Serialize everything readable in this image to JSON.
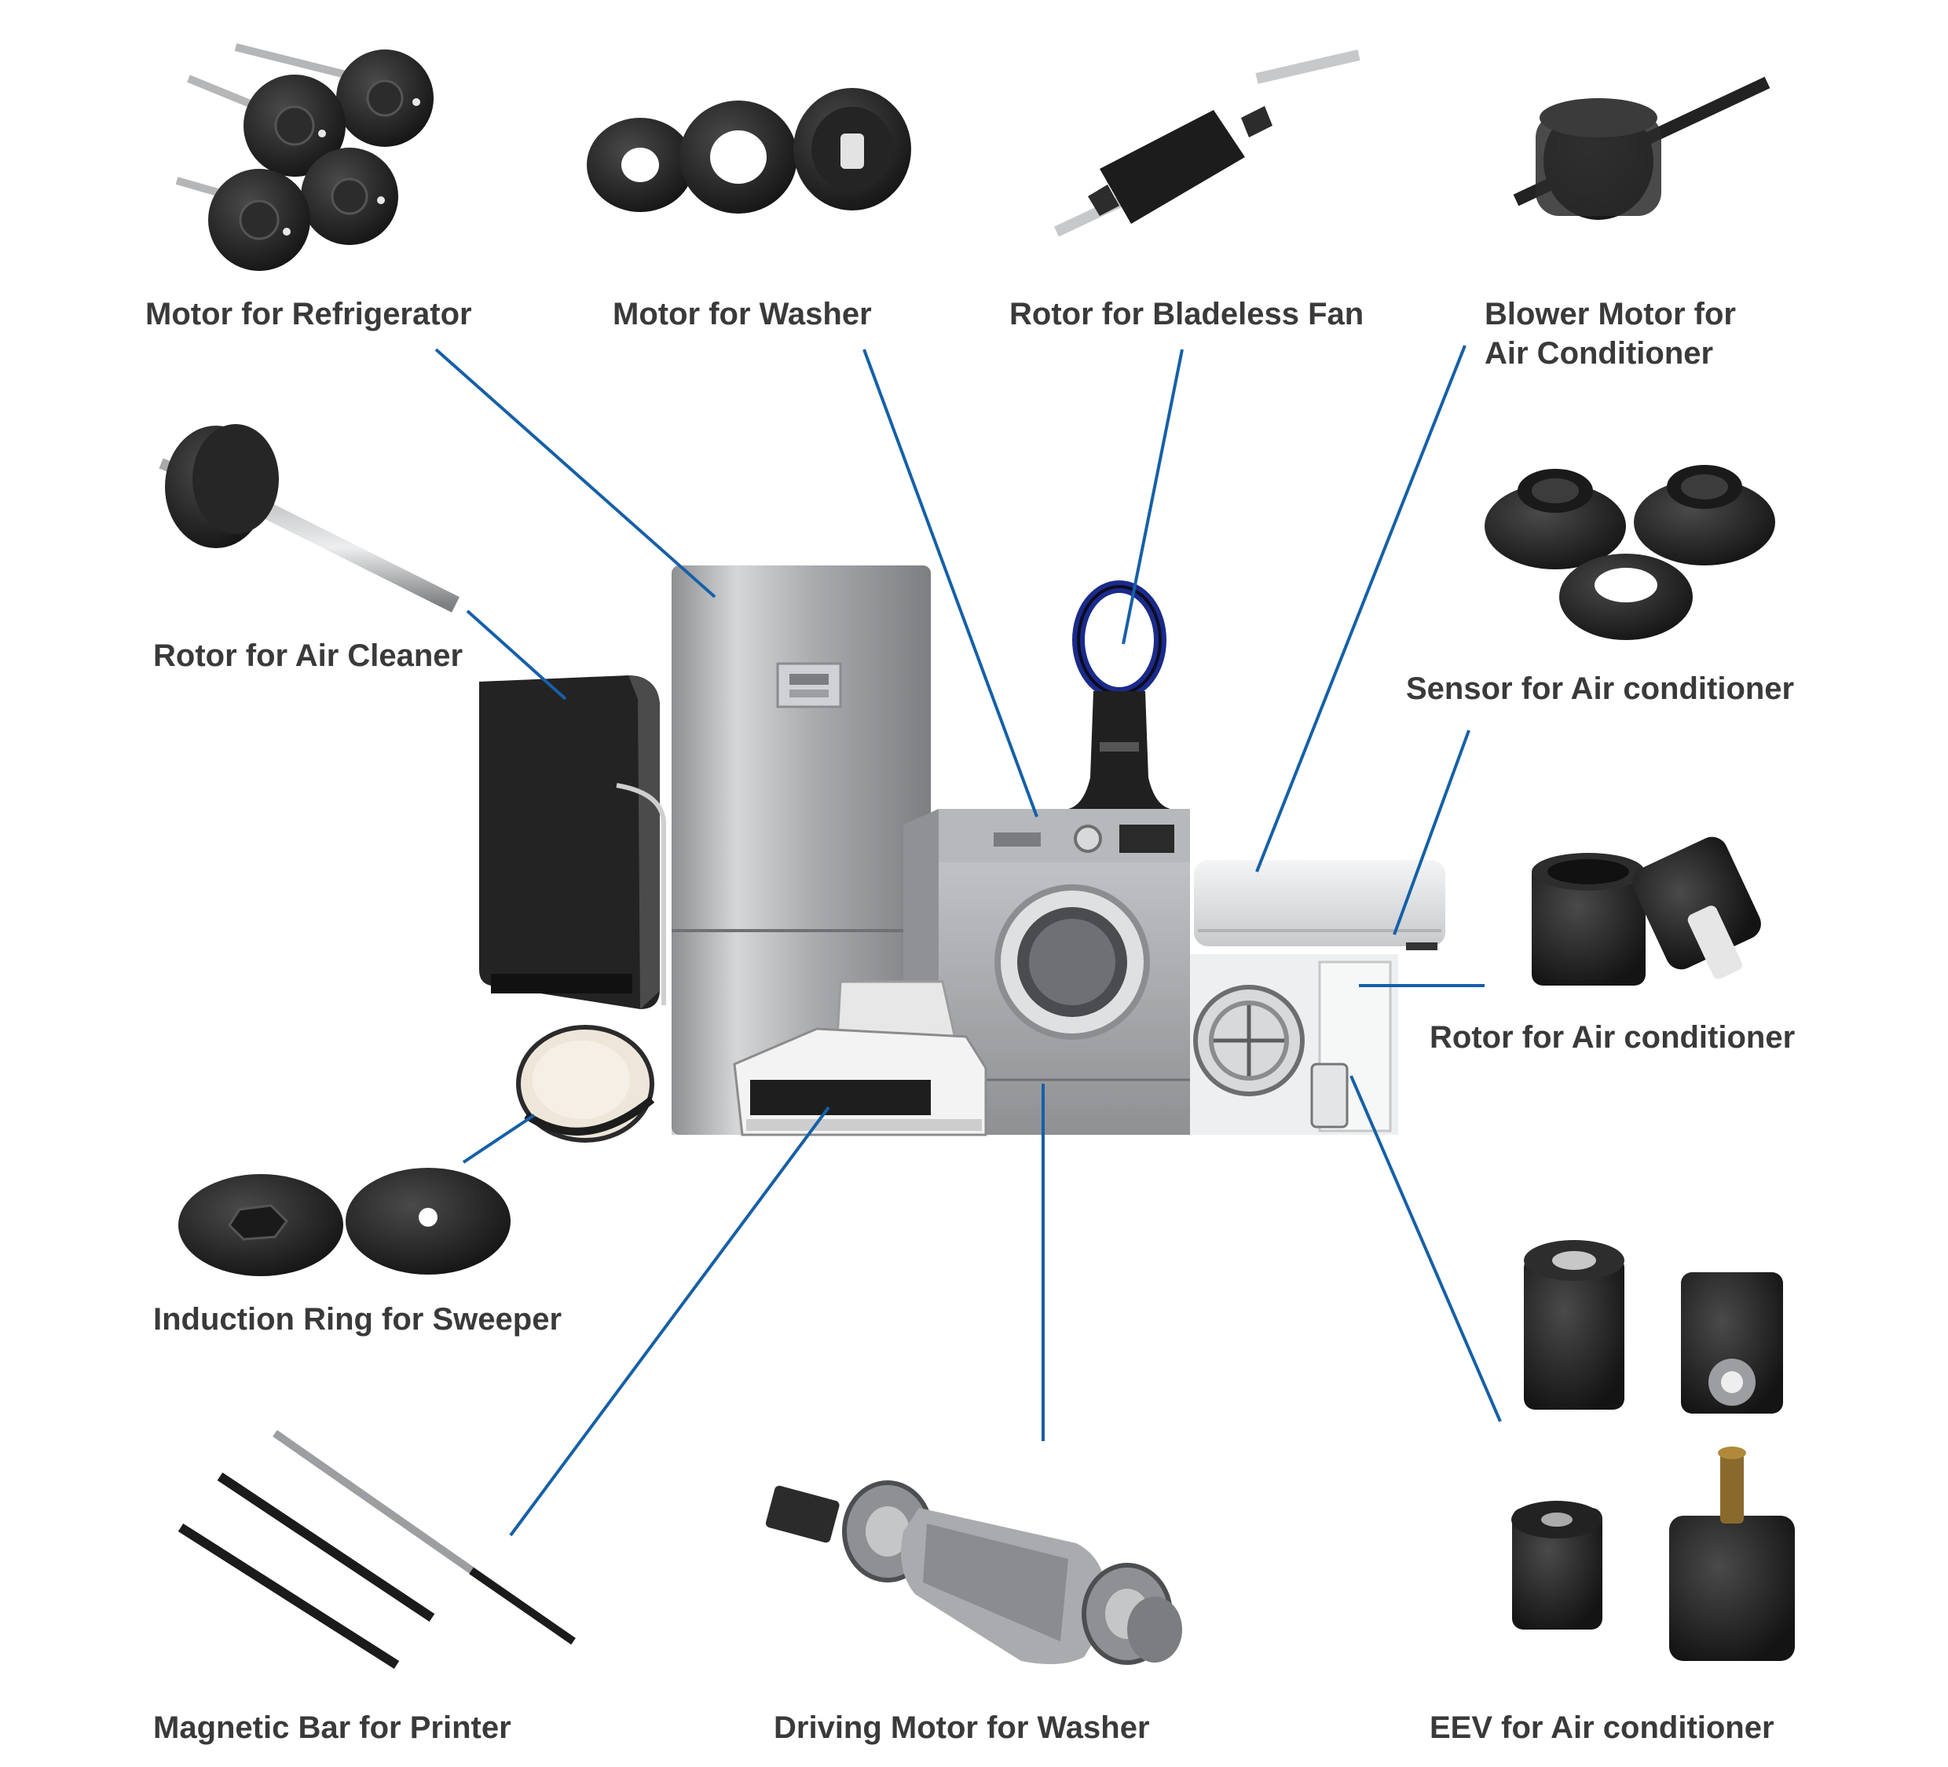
{
  "title": "",
  "line_color": "#1560a8",
  "label_color": "#3a3a3a",
  "labels": {
    "motor_refrigerator": "Motor for Refrigerator",
    "motor_washer": "Motor for Washer",
    "rotor_bladeless_fan": "Rotor for Bladeless Fan",
    "blower_motor_line1": "Blower Motor for",
    "blower_motor_line2": "Air Conditioner",
    "rotor_air_cleaner": "Rotor for Air Cleaner",
    "sensor_air_conditioner": "Sensor for Air conditioner",
    "rotor_air_conditioner": "Rotor for Air conditioner",
    "induction_ring_sweeper": "Induction Ring for Sweeper",
    "magnetic_bar_printer": "Magnetic Bar for Printer",
    "driving_motor_washer": "Driving Motor for Washer",
    "eev_air_conditioner": "EEV for Air conditioner"
  },
  "icons": {
    "appliances": "home-appliances-group-icon",
    "refrigerator_motors": "refrigerator-motor-icon",
    "washer_motors": "washer-motor-icon",
    "fan_rotor": "bladeless-fan-rotor-icon",
    "blower_motor": "blower-motor-icon",
    "air_cleaner_rotor": "air-cleaner-rotor-icon",
    "sensors": "ac-sensor-icon",
    "ac_rotors": "ac-rotor-icon",
    "induction_rings": "induction-ring-icon",
    "magnetic_bars": "magnetic-bar-icon",
    "driving_motor": "driving-motor-icon",
    "eev": "eev-icon"
  }
}
